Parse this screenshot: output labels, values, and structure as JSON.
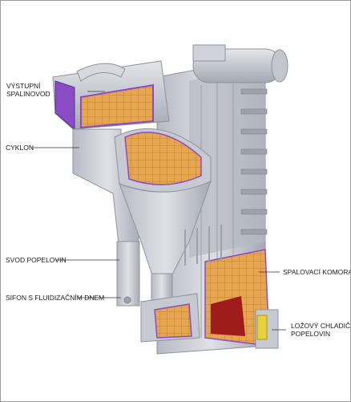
{
  "labels": {
    "vystupni_spalinovod": [
      "VÝSTUPNÍ",
      "SPALINOVOD"
    ],
    "cyklon": "CYKLON",
    "svod_popelovin": "SVOD POPELOVIN",
    "sifon": "SIFON S FLUIDIZAČNÍM DNEM",
    "spalovaci_komora": "SPALOVACÍ KOMORA",
    "lozovy_chladic": [
      "LOŽOVÝ CHLADIČ",
      "POPELOVIN"
    ]
  },
  "colors": {
    "steel": "#c9ccd3",
    "steel_dark": "#8e939c",
    "refractory": "#e0a04e",
    "insulation_purple": "#8a4cc4",
    "hot_red": "#9e1c1c",
    "cooler_yellow": "#e8d23a"
  }
}
